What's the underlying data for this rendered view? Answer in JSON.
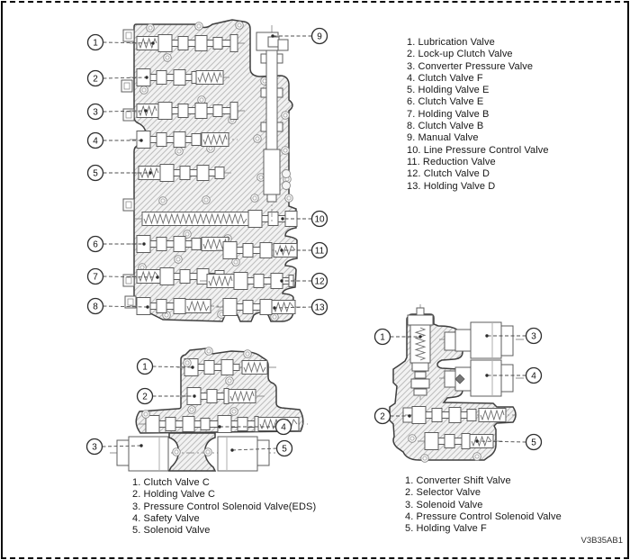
{
  "page": {
    "code": "V3B35AB1",
    "background": "#ffffff",
    "frame_color": "#0a0a0a"
  },
  "colors": {
    "line": "#3f3f3f",
    "hatch": "#bcbcbc",
    "leader": "#4d4d4d"
  },
  "diagrams": {
    "main": {
      "callouts": [
        "1",
        "2",
        "3",
        "4",
        "5",
        "6",
        "7",
        "8",
        "9",
        "10",
        "11",
        "12",
        "13"
      ]
    },
    "lower_left": {
      "callouts": [
        "1",
        "2",
        "3",
        "4",
        "5"
      ]
    },
    "lower_right": {
      "callouts": [
        "1",
        "2",
        "3",
        "4",
        "5"
      ]
    }
  },
  "legends": {
    "main": {
      "items": [
        "1. Lubrication Valve",
        "2. Lock-up Clutch Valve",
        "3. Converter Pressure Valve",
        "4. Clutch Valve F",
        "5. Holding Valve E",
        "6. Clutch Valve E",
        "7. Holding Valve B",
        "8. Clutch Valve B",
        "9. Manual Valve",
        "10. Line Pressure Control Valve",
        "11. Reduction Valve",
        "12. Clutch Valve D",
        "13. Holding Valve D"
      ]
    },
    "lower_left": {
      "items": [
        "1. Clutch Valve C",
        "2. Holding Valve C",
        "3. Pressure Control Solenoid Valve(EDS)",
        "4. Safety Valve",
        "5. Solenoid Valve"
      ]
    },
    "lower_right": {
      "items": [
        "1. Converter Shift Valve",
        "2. Selector Valve",
        "3. Solenoid Valve",
        "4. Pressure Control Solenoid Valve",
        "5. Holding Valve F"
      ]
    }
  }
}
